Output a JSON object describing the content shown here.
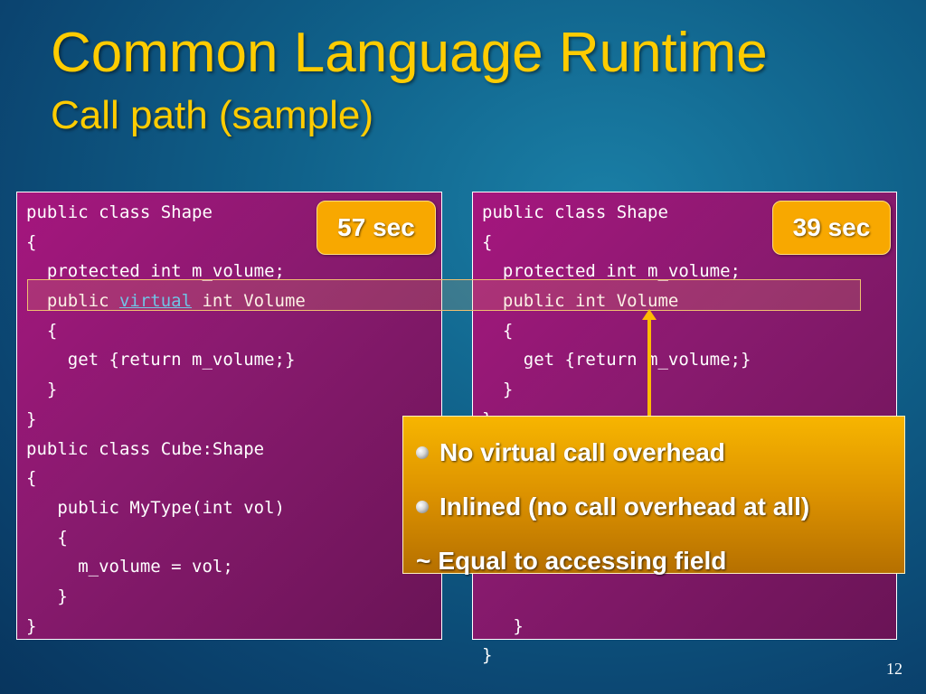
{
  "title": "Common Language Runtime",
  "subtitle": "Call path (sample)",
  "left_panel": {
    "badge": "57 sec",
    "lines": [
      "public class Shape",
      "{",
      "  protected int m_volume;",
      "  public ",
      "virtual",
      " int Volume",
      "  {",
      "    get {return m_volume;}",
      "  }",
      "}",
      "public class Cube:Shape",
      "{",
      "   public MyType(int vol)",
      "   {",
      "     m_volume = vol;",
      "   }",
      "}"
    ]
  },
  "right_panel": {
    "badge": "39 sec",
    "lines": [
      "public class Shape",
      "{",
      "  protected int m_volume;",
      "  public int Volume",
      "  {",
      "    get {return m_volume;}",
      "  }",
      "}",
      "   }",
      "}"
    ]
  },
  "callout": {
    "items": [
      "No virtual call overhead",
      "Inlined (no call overhead at all)"
    ],
    "tilde": "~",
    "note": "Equal to accessing field"
  },
  "page_number": "12",
  "colors": {
    "title": "#ffcc00",
    "panel": "#8a1a70",
    "badge": "#f8a800",
    "callout": "#e09800",
    "keyword": "#55c8ff"
  }
}
